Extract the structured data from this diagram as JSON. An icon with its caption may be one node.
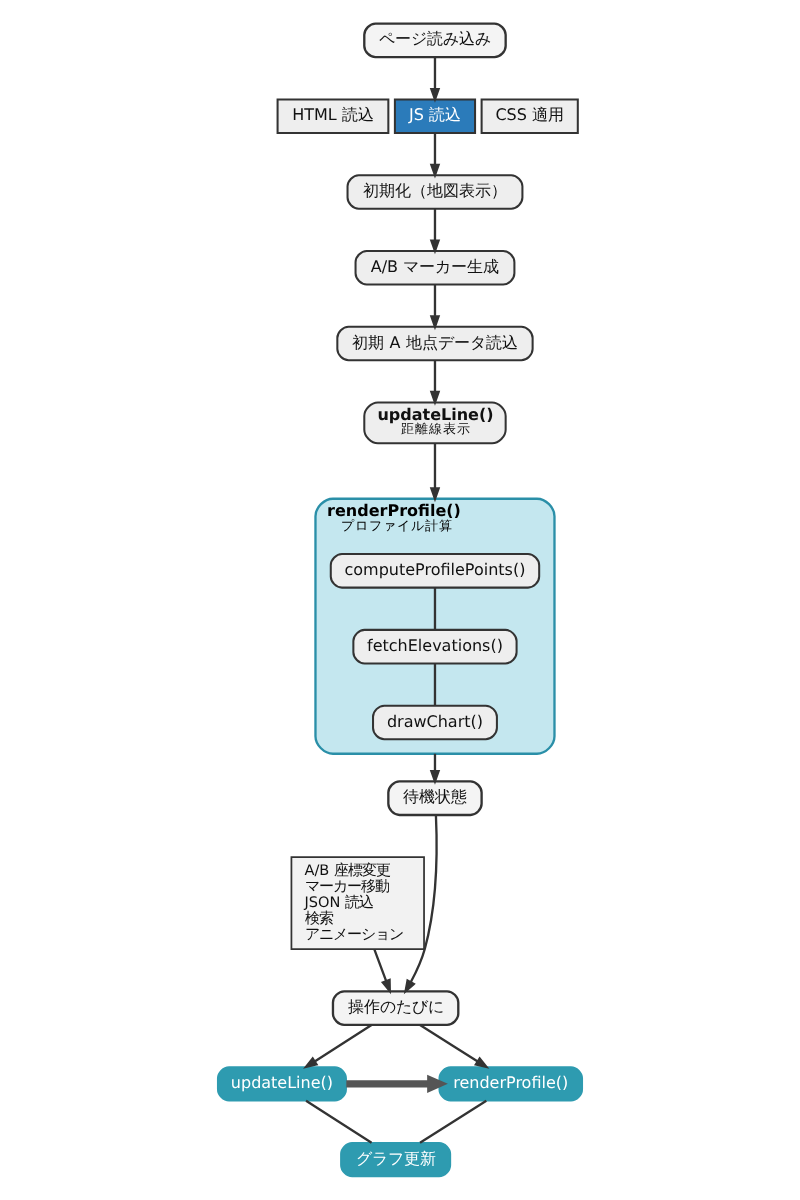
{
  "diagram": {
    "nodes": [
      {
        "text": [
          "ページ読み込み"
        ]
      },
      {
        "text": [
          "HTML 読込"
        ]
      },
      {
        "text": [
          "JS 読込"
        ]
      },
      {
        "text": [
          "CSS 適用"
        ]
      },
      {
        "text": [
          "初期化（地図表示）"
        ]
      },
      {
        "text": [
          "A/B マーカー生成"
        ]
      },
      {
        "text": [
          "初期 A 地点データ読込"
        ]
      },
      {
        "text": [
          "updateLine()",
          "距離線表示"
        ]
      },
      {
        "text": [
          "renderProfile()",
          "プロファイル計算"
        ]
      },
      {
        "text": [
          "computeProfilePoints()"
        ],
        "in": 8
      },
      {
        "text": [
          "fetchElevations()"
        ],
        "in": 8
      },
      {
        "text": [
          "drawChart()"
        ],
        "in": 8
      },
      {
        "text": [
          "待機状態"
        ]
      },
      {
        "text": [
          "A/B 座標変更",
          "マーカー移動",
          "JSON 読込",
          "検索",
          "アニメーション"
        ]
      },
      {
        "text": [
          "操作のたびに"
        ]
      },
      {
        "text": [
          "updateLine()"
        ]
      },
      {
        "text": [
          "renderProfile()"
        ]
      },
      {
        "text": [
          "グラフ更新"
        ]
      }
    ],
    "edges": [
      {
        "from": 0,
        "to": 2,
        "arrow": "to"
      },
      {
        "from": 2,
        "to": 4,
        "arrow": "to"
      },
      {
        "from": 4,
        "to": 5,
        "arrow": "to"
      },
      {
        "from": 5,
        "to": 6,
        "arrow": "to"
      },
      {
        "from": 6,
        "to": 7,
        "arrow": "to"
      },
      {
        "from": 7,
        "to": 8,
        "arrow": "to"
      },
      {
        "from": 9,
        "to": 10,
        "arrow": "none"
      },
      {
        "from": 10,
        "to": 11,
        "arrow": "none"
      },
      {
        "from": 8,
        "to": 12,
        "arrow": "to"
      },
      {
        "from": 12,
        "to": 14,
        "arrow": "to"
      },
      {
        "from": 13,
        "to": 14,
        "arrow": "to"
      },
      {
        "from": 14,
        "to": 15,
        "arrow": "to"
      },
      {
        "from": 14,
        "to": 16,
        "arrow": "to"
      },
      {
        "from": 15,
        "to": 16,
        "arrow": "to",
        "style": "thick"
      },
      {
        "from": 15,
        "to": 17,
        "arrow": "none"
      },
      {
        "from": 16,
        "to": 17,
        "arrow": "none"
      }
    ]
  }
}
